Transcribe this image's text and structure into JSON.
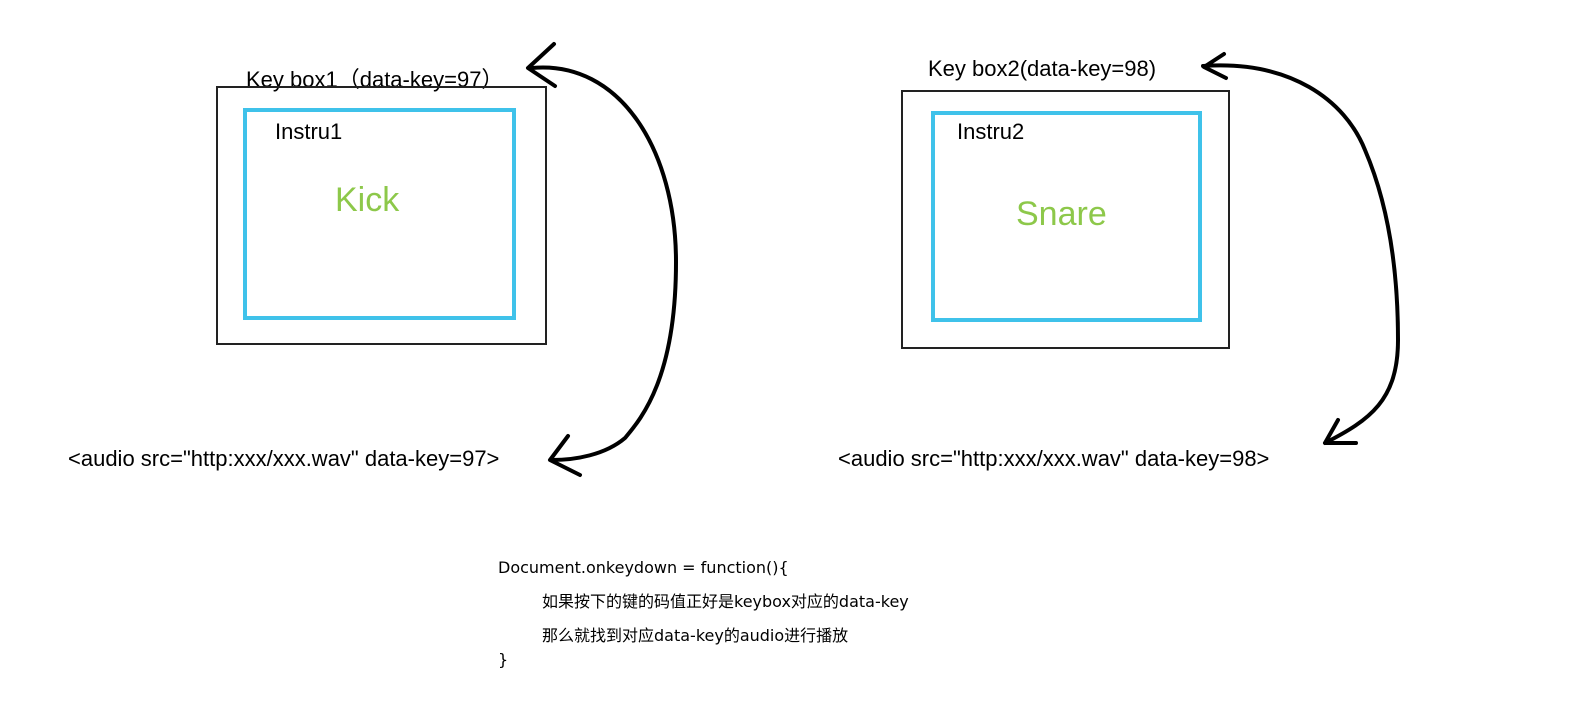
{
  "keybox1": {
    "title": "Key box1（data-key=97）",
    "instru_label": "Instru1",
    "instrument": "Kick",
    "audio_tag": "<audio src=\"http:xxx/xxx.wav\" data-key=97>"
  },
  "keybox2": {
    "title": "Key box2(data-key=98)",
    "instru_label": "Instru2",
    "instrument": "Snare",
    "audio_tag": "<audio src=\"http:xxx/xxx.wav\" data-key=98>"
  },
  "code": {
    "line1": "Document.onkeydown = function(){",
    "line2": "如果按下的键的码值正好是keybox对应的data-key",
    "line3": "那么就找到对应data-key的audio进行播放",
    "line4": "}"
  },
  "colors": {
    "inner_border": "#3fc2ea",
    "instrument_text": "#8dc84a",
    "arrow": "#000000"
  }
}
